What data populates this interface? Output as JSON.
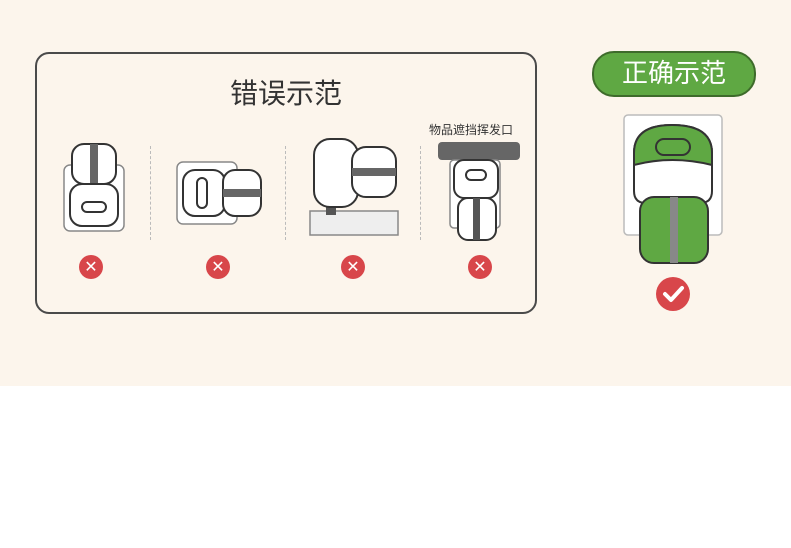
{
  "wrong": {
    "title": "错误示范",
    "blocked_label": "物品遮挡挥发口",
    "status_icon": "x-circle-icon"
  },
  "right": {
    "title": "正确示范",
    "status_icon": "check-circle-icon"
  },
  "colors": {
    "background": "#fcf5ec",
    "green": "#5fa843",
    "red": "#d8464a"
  }
}
